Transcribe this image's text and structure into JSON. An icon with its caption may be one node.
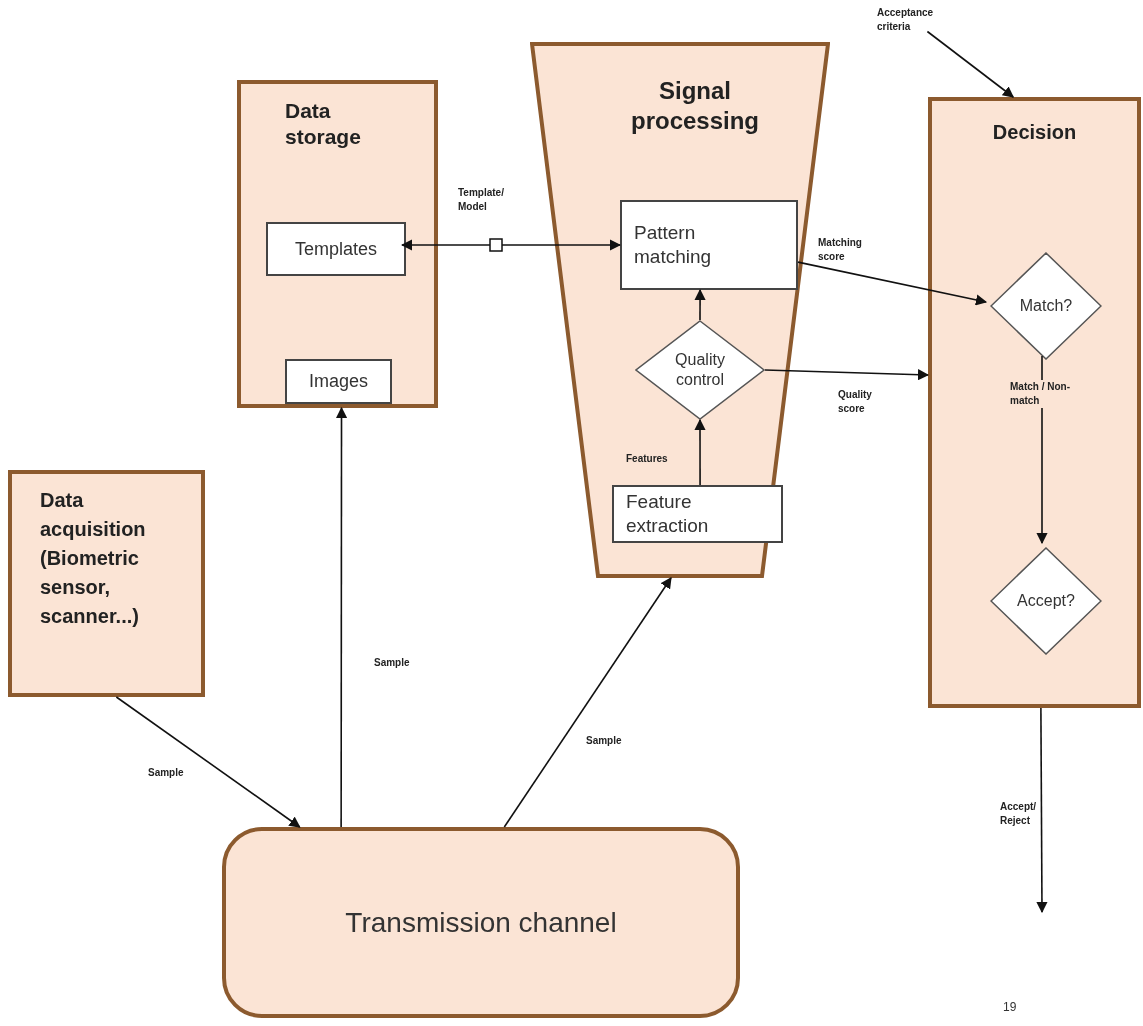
{
  "diagram": {
    "nodes": [
      {
        "text": [
          "Data storage"
        ]
      },
      {
        "text": [
          "Templates"
        ],
        "in": 0
      },
      {
        "text": [
          "Images"
        ],
        "in": 0
      },
      {
        "text": [
          "Signal processing"
        ]
      },
      {
        "text": [
          "Pattern matching"
        ],
        "in": 3
      },
      {
        "text": [
          "Quality control"
        ],
        "in": 3
      },
      {
        "text": [
          "Feature extraction"
        ],
        "in": 3
      },
      {
        "text": [
          "Decision"
        ]
      },
      {
        "text": [
          "Match?"
        ],
        "in": 7
      },
      {
        "text": [
          "Accept?"
        ],
        "in": 7
      },
      {
        "text": [
          "Data acquisition (Biometric sensor, scanner...)"
        ]
      },
      {
        "text": [
          "Transmission channel"
        ]
      },
      {
        "text": [
          "Acceptance criteria"
        ]
      }
    ],
    "edges": [
      {
        "from": 1,
        "to": 4,
        "arrow": "both",
        "label": "Template/ Model"
      },
      {
        "from": 4,
        "to": 8,
        "arrow": "to",
        "label": "Matching score"
      },
      {
        "from": 5,
        "to": 7,
        "arrow": "to",
        "label": "Quality score"
      },
      {
        "from": 6,
        "to": 5,
        "arrow": "to",
        "label": "Features"
      },
      {
        "from": 5,
        "to": 4,
        "arrow": "to"
      },
      {
        "from": 8,
        "to": 9,
        "arrow": "to",
        "label": "Match / Non-match"
      },
      {
        "from": 7,
        "to": null,
        "arrow": "to",
        "label": "Accept/ Reject"
      },
      {
        "from": 10,
        "to": 11,
        "arrow": "to",
        "label": "Sample"
      },
      {
        "from": 11,
        "to": 0,
        "arrow": "to",
        "label": "Sample"
      },
      {
        "from": 11,
        "to": 3,
        "arrow": "to",
        "label": "Sample"
      },
      {
        "from": 12,
        "to": 7,
        "arrow": "to"
      }
    ],
    "labels": [
      "19"
    ]
  }
}
